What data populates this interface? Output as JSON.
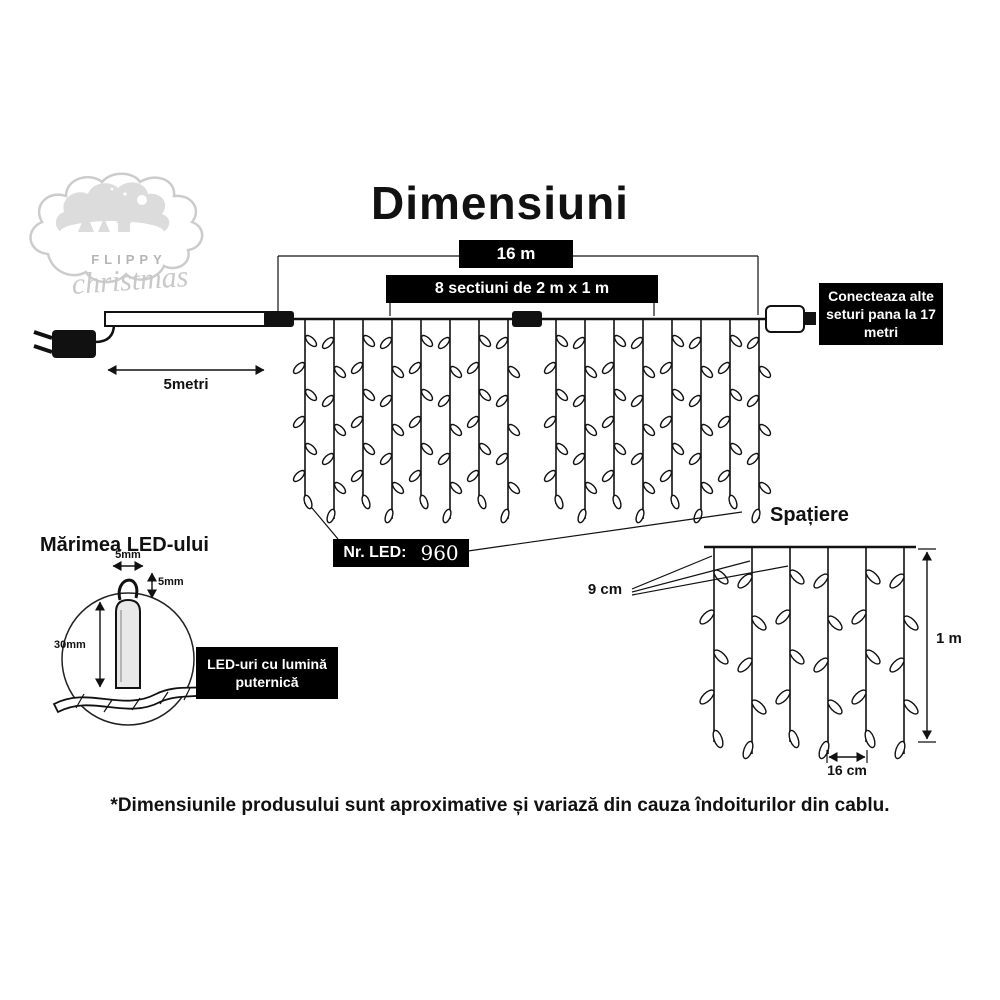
{
  "title": "Dimensiuni",
  "logo": {
    "top": "FLIPPY",
    "script": "christmas"
  },
  "main": {
    "width_label": "16 m",
    "sections_label": "8 sectiuni de 2 m x 1 m",
    "lead_label": "5metri",
    "connect_note": "Conecteaza alte seturi pana la 17 metri",
    "led_count_label": "Nr. LED:",
    "led_count_value": "960"
  },
  "led_detail": {
    "title": "Mărimea LED-ului",
    "width_label": "5mm",
    "hook_label": "5mm",
    "height_label": "30mm",
    "note": "LED-uri cu lumină puternică"
  },
  "spacing": {
    "title": "Spațiere",
    "gap_label": "9 cm",
    "height_label": "1 m",
    "bottom_gap_label": "16 cm"
  },
  "footer_note": "*Dimensiunile produsului sunt aproximative și variază din cauza îndoiturilor din cablu."
}
